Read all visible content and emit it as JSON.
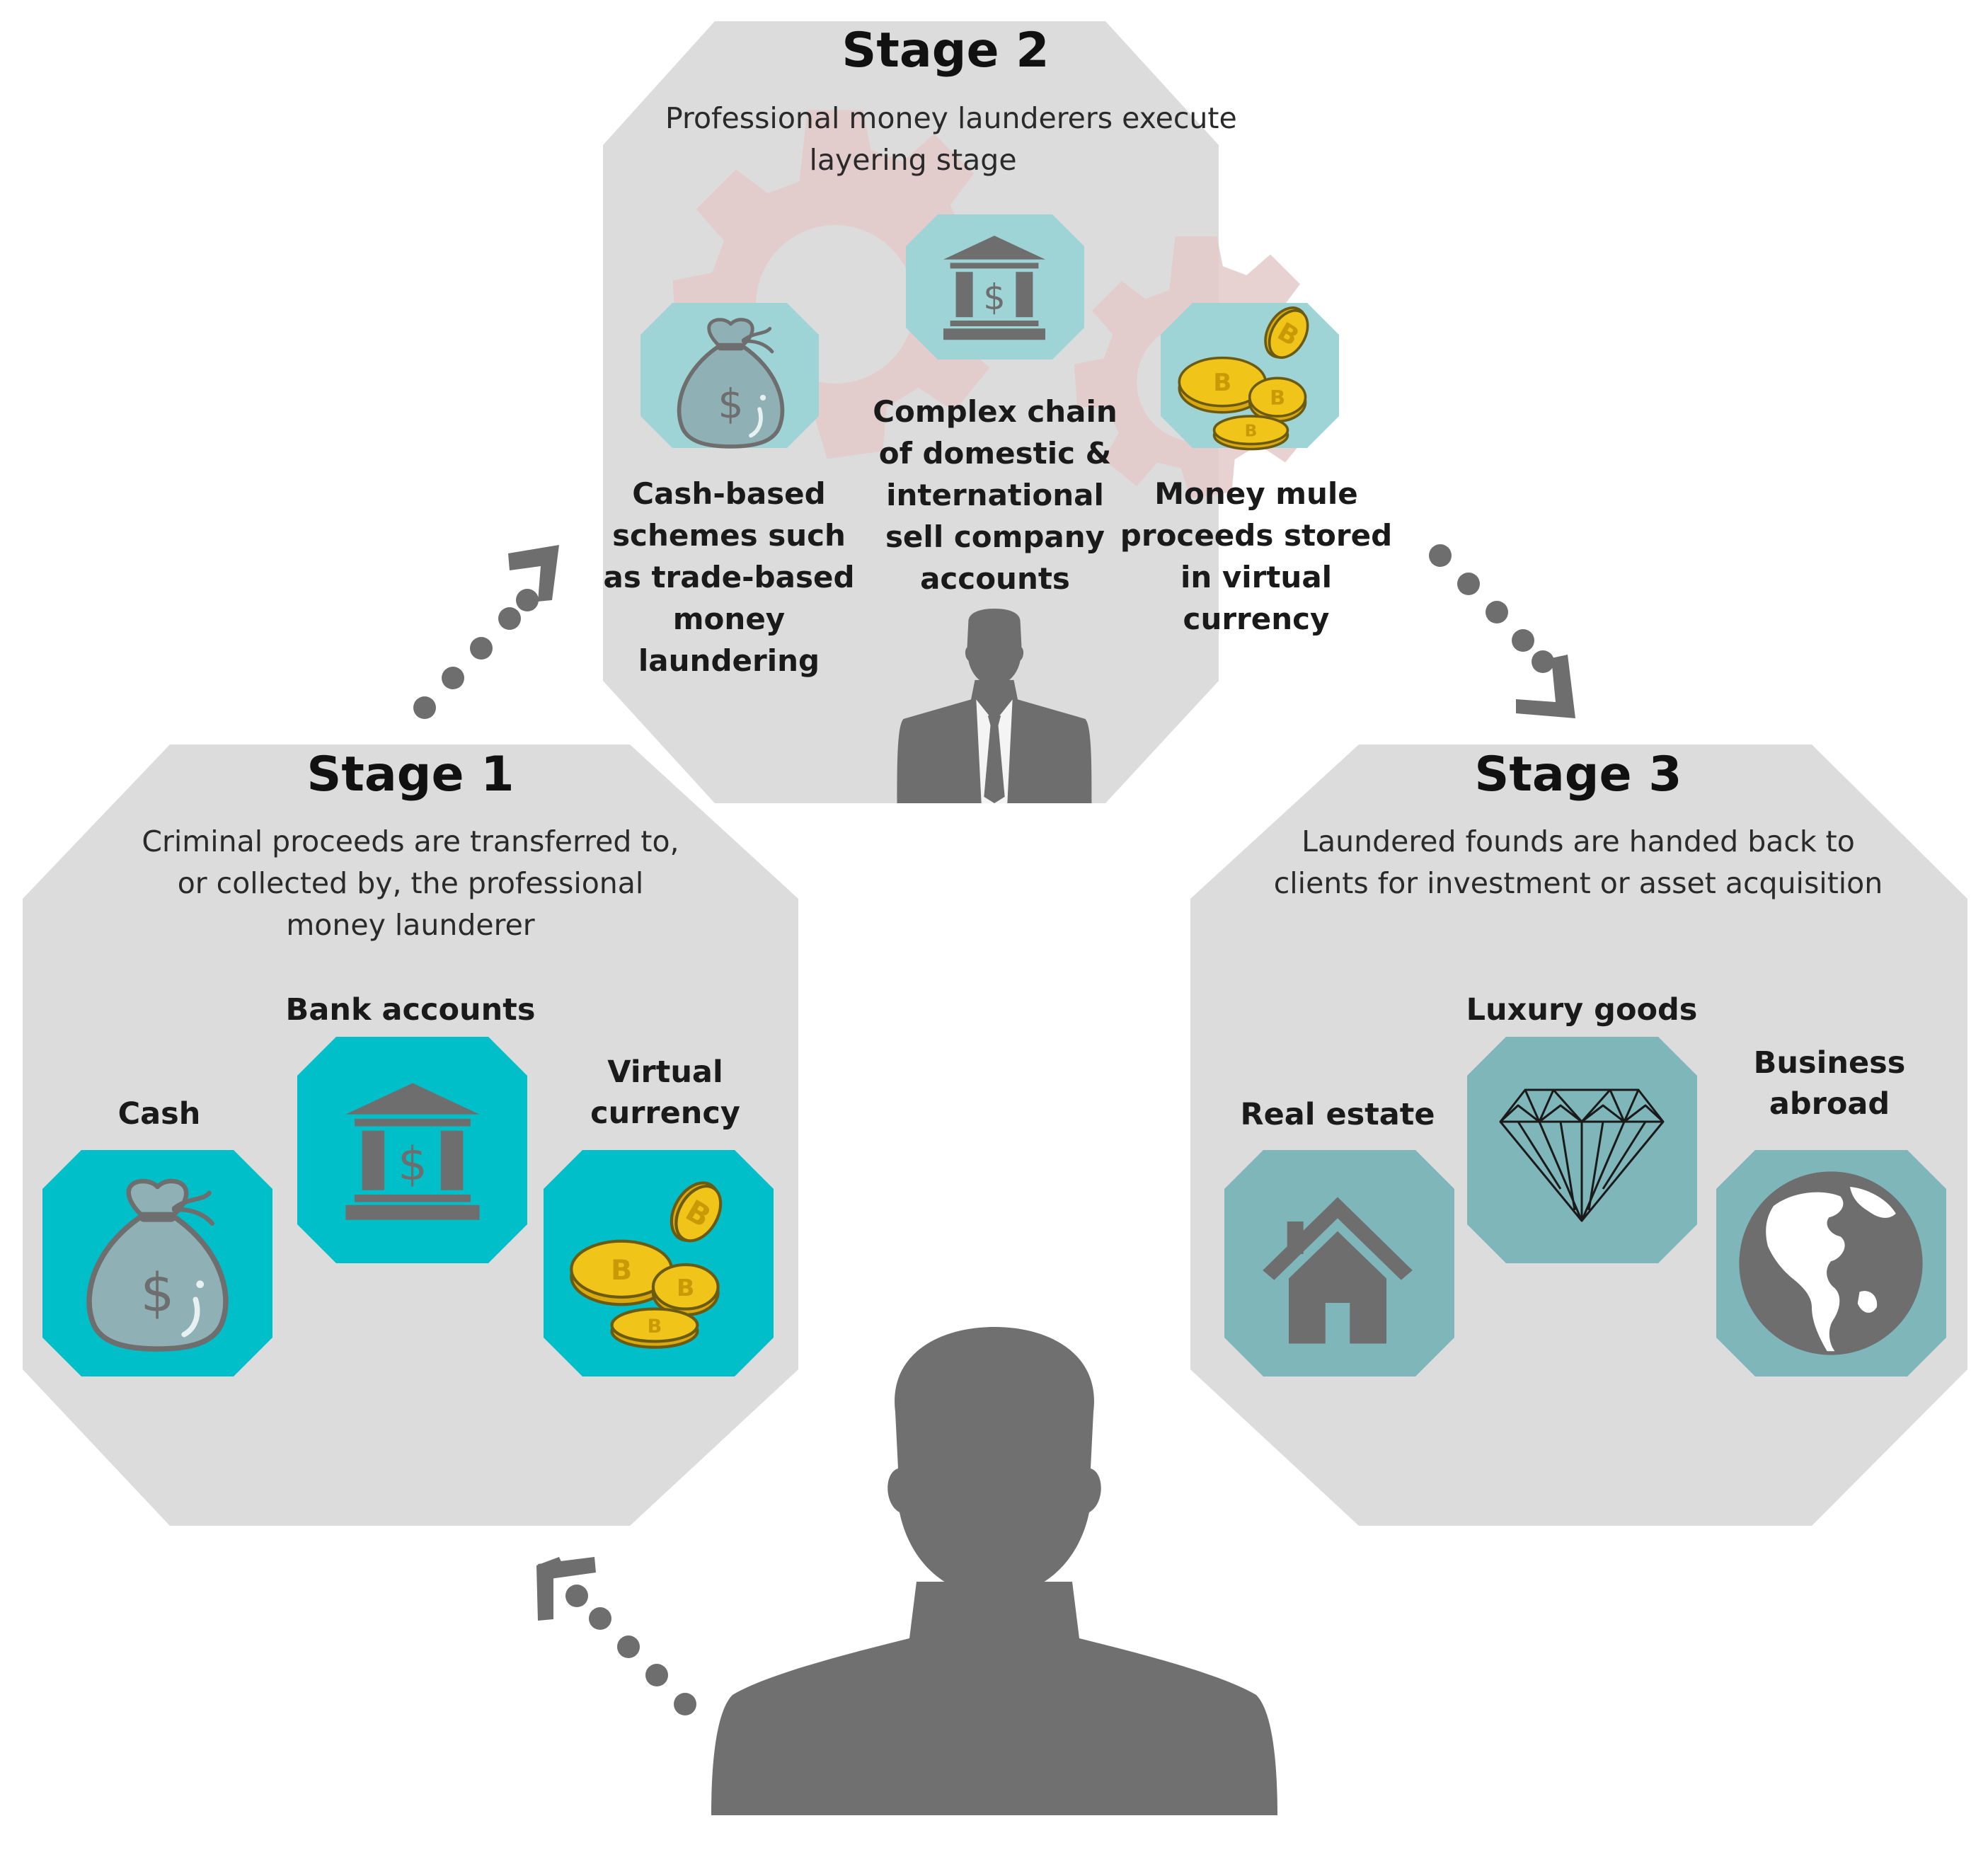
{
  "stage1": {
    "title": "Stage 1",
    "description_lines": [
      "Criminal proceeds are transferred to,",
      "or collected by, the professional",
      "money launderer"
    ],
    "items": [
      {
        "label_lines": [
          "Cash"
        ],
        "icon": "money-bag-icon"
      },
      {
        "label_lines": [
          "Bank accounts"
        ],
        "icon": "bank-icon"
      },
      {
        "label_lines": [
          "Virtual",
          "currency"
        ],
        "icon": "coins-icon"
      }
    ]
  },
  "stage2": {
    "title": "Stage 2",
    "description_lines": [
      "Professional money launderers execute",
      "layering stage"
    ],
    "items": [
      {
        "label_lines": [
          "Cash-based",
          "schemes such",
          "as trade-based",
          "money",
          "laundering"
        ],
        "icon": "money-bag-icon"
      },
      {
        "label_lines": [
          "Complex chain",
          "of domestic &",
          "international",
          "sell company",
          "accounts"
        ],
        "icon": "bank-icon"
      },
      {
        "label_lines": [
          "Money mule",
          "proceeds  stored",
          "in virtual",
          "currency"
        ],
        "icon": "coins-icon"
      }
    ],
    "background_icon": "gears-icon",
    "figure_icon": "businessman-icon"
  },
  "stage3": {
    "title": "Stage 3",
    "description_lines": [
      "Laundered founds are handed back to",
      "clients for investment or asset acquisition"
    ],
    "items": [
      {
        "label_lines": [
          "Real estate"
        ],
        "icon": "house-icon"
      },
      {
        "label_lines": [
          "Luxury goods"
        ],
        "icon": "diamond-icon"
      },
      {
        "label_lines": [
          "Business",
          "abroad"
        ],
        "icon": "globe-icon"
      }
    ]
  },
  "client_icon": "person-silhouette-icon",
  "flow_arrows": [
    "client-to-stage1",
    "stage1-to-stage2",
    "stage2-to-stage3"
  ],
  "colors": {
    "panel": "#dcdcdc",
    "stage1_tile": "#00bfc9",
    "stage2_tile": "#9ed4d6",
    "stage3_tile": "#7fb6b9",
    "icon_gray": "#6e6e6e",
    "arrow": "#6e6e6e",
    "coin": "#f0c419",
    "gear": "#e3c9c9"
  }
}
